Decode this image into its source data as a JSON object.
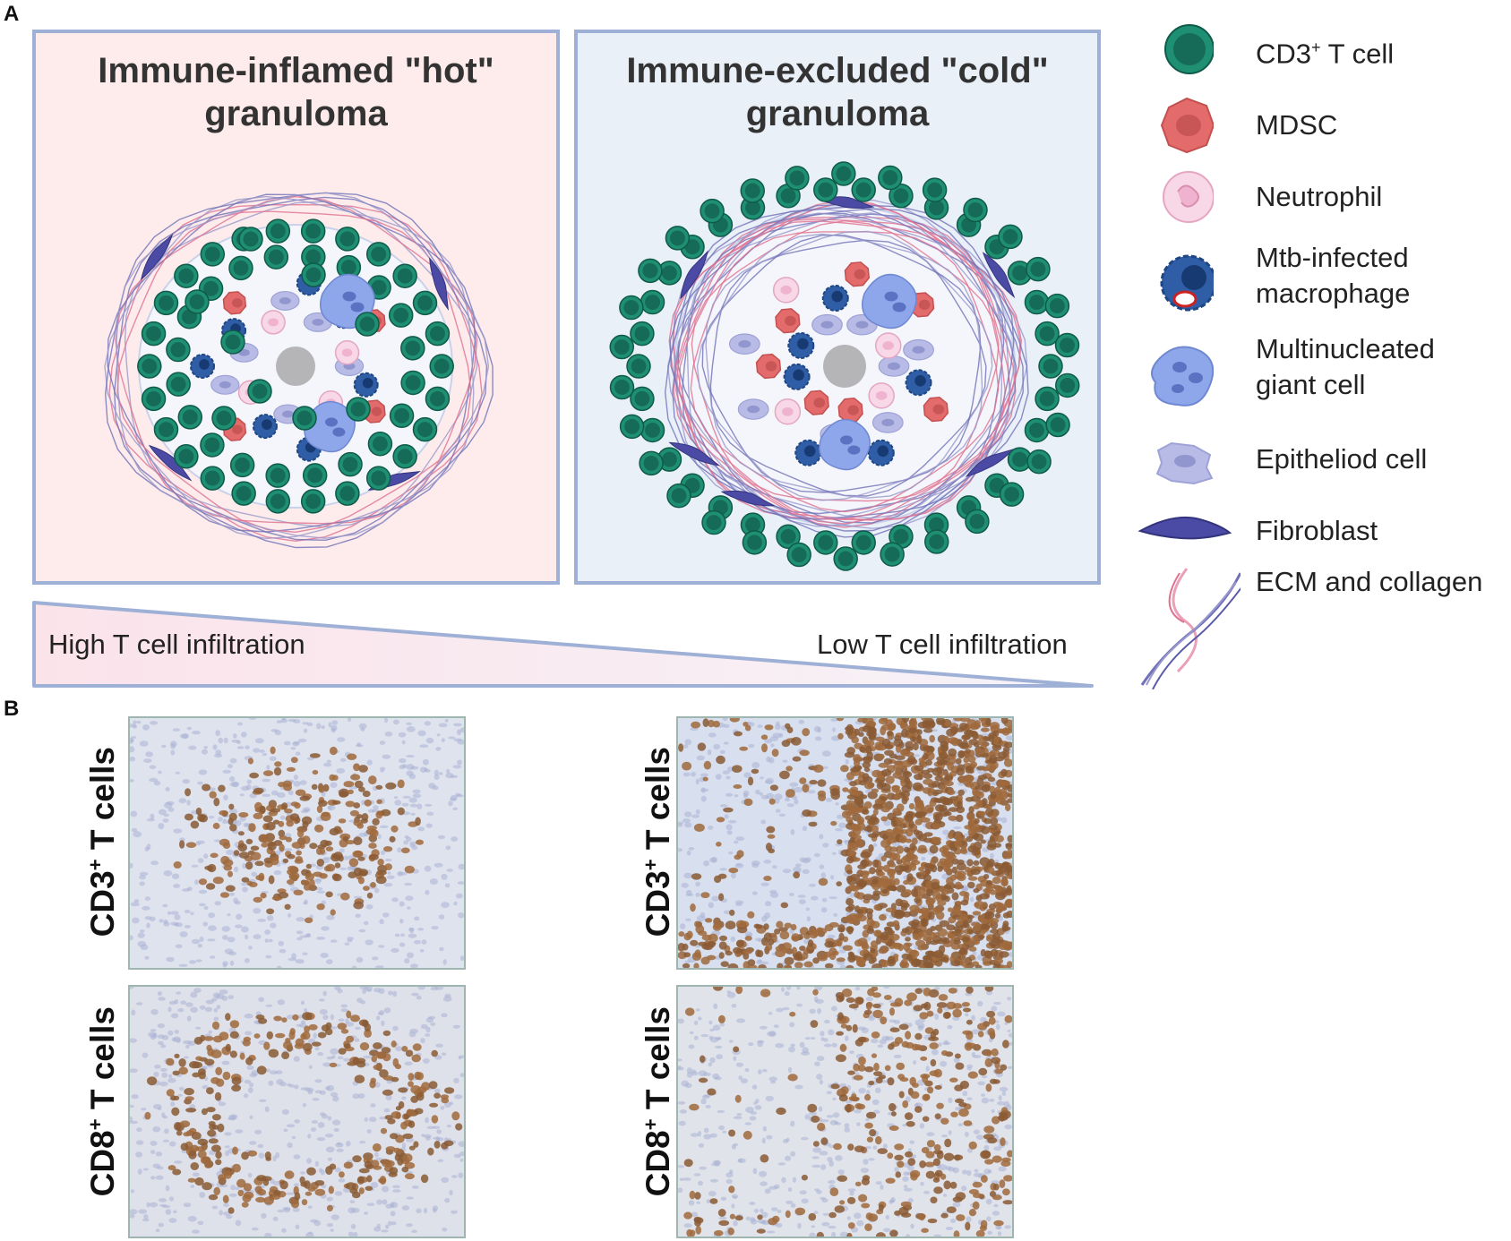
{
  "panel_a": {
    "letter": "A",
    "hot_title_line1": "Immune-inflamed \"hot\"",
    "hot_title_line2": "granuloma",
    "cold_title_line1": "Immune-excluded \"cold\"",
    "cold_title_line2": "granuloma",
    "gradient_left_label": "High T cell infiltration",
    "gradient_right_label": "Low T cell infiltration"
  },
  "legend": {
    "items": [
      {
        "name": "CD3",
        "sup": "+",
        "suffix": " T cell",
        "icon": "t-cell-icon",
        "color": "#1f8f74"
      },
      {
        "name": "MDSC",
        "icon": "mdsc-icon",
        "color": "#e06868"
      },
      {
        "name": "Neutrophil",
        "icon": "neutrophil-icon",
        "color": "#f4c4d8"
      },
      {
        "name": "Mtb-infected",
        "name2": "macrophage",
        "icon": "macrophage-icon",
        "color": "#2e5aa0"
      },
      {
        "name": "Multinucleated",
        "name2": "giant cell",
        "icon": "giant-cell-icon",
        "color": "#8fa4e6"
      },
      {
        "name": "Epitheliod cell",
        "icon": "epithelioid-cell-icon",
        "color": "#b6b8e2"
      },
      {
        "name": "Fibroblast",
        "icon": "fibroblast-icon",
        "color": "#4a4aa0"
      },
      {
        "name": "ECM and collagen",
        "icon": "collagen-icon",
        "color": "#e07090"
      }
    ]
  },
  "panel_b": {
    "letter": "B",
    "row1_label_main": "CD3",
    "row1_label_sup": "+",
    "row1_label_suffix": " T cells",
    "row2_label_main": "CD8",
    "row2_label_sup": "+",
    "row2_label_suffix": " T cells"
  },
  "colors": {
    "hot_bg": "#fdeceb",
    "cold_bg": "#eaf0f8",
    "panel_border": "#9fb0d6",
    "t_cell": "#1f8f74",
    "stain_brown": "#8a5a34",
    "tissue_blue": "#c9cfe4"
  }
}
